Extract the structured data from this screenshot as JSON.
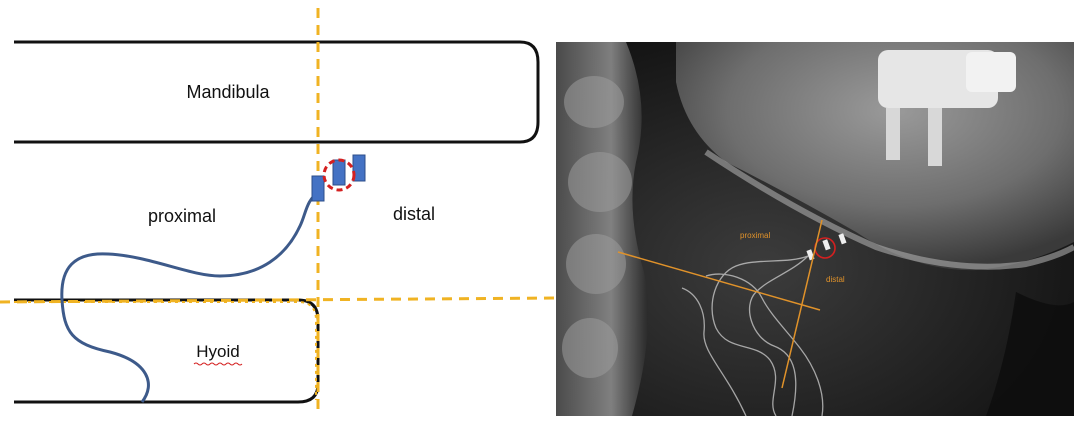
{
  "schematic": {
    "mandible_label": "Mandibula",
    "hyoid_label": "Hyoid",
    "proximal_label": "proximal",
    "distal_label": "distal"
  },
  "xray": {
    "proximal_label": "proximal",
    "distal_label": "distal"
  },
  "colors": {
    "guide_line": "#f0b323",
    "lead_wire": "#3d5a8a",
    "electrode": "#4472c4",
    "marker_circle": "#d42020",
    "xray_label": "#e0922a",
    "outline": "#111111"
  }
}
